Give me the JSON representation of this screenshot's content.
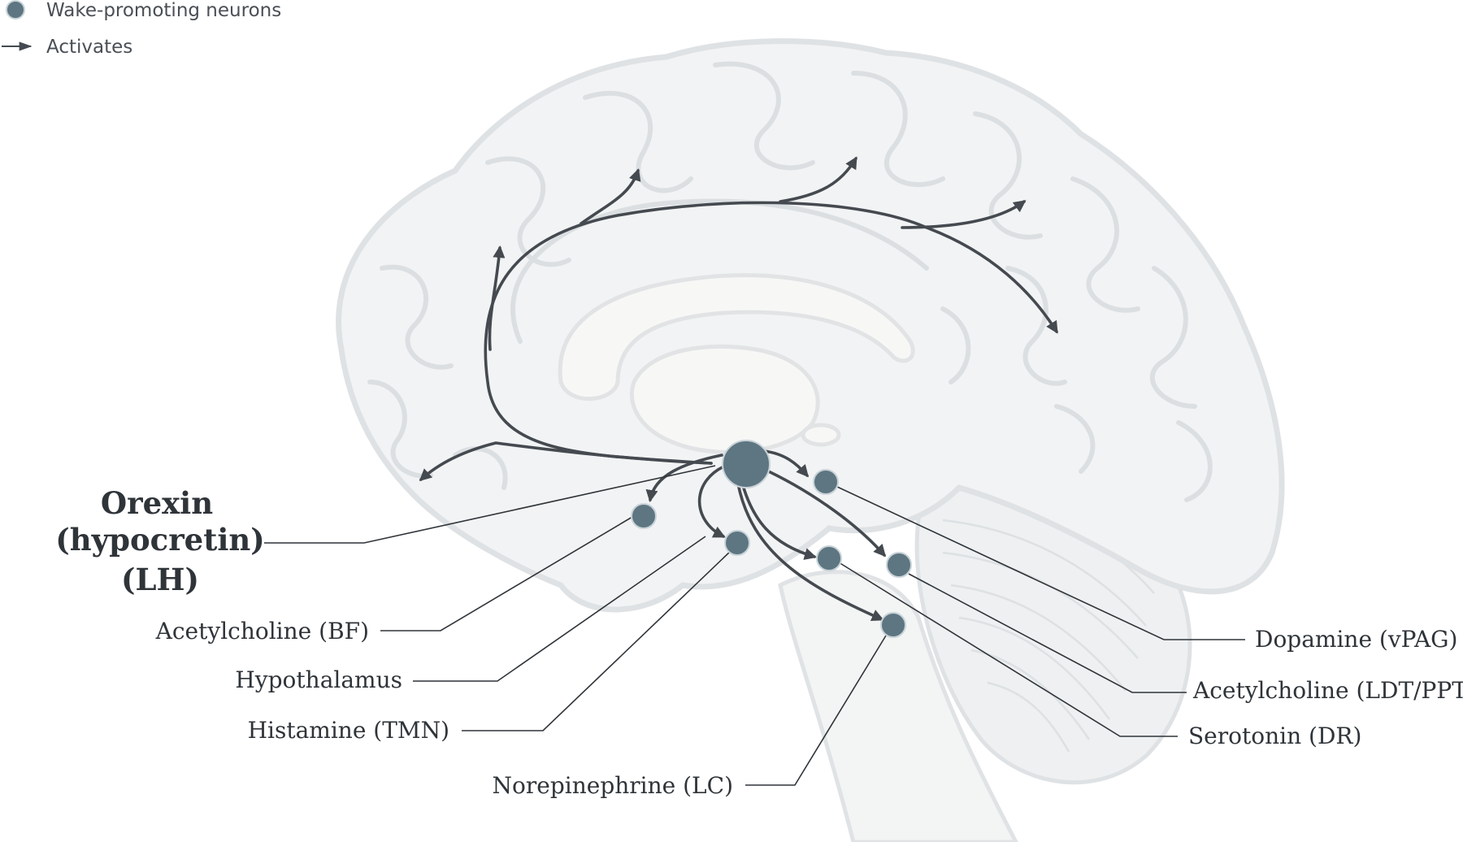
{
  "legend": {
    "neuron_label": "Wake-promoting neurons",
    "arrow_label": "Activates"
  },
  "title": {
    "line1": "Orexin",
    "line2": "(hypocretin)",
    "line3": "(LH)"
  },
  "labels": {
    "acetylcholine_bf": "Acetylcholine (BF)",
    "hypothalamus": "Hypothalamus",
    "histamine_tmn": "Histamine (TMN)",
    "norepinephrine_lc": "Norepinephrine (LC)",
    "dopamine_vpag": "Dopamine (vPAG)",
    "acetylcholine_ldt_ppt": "Acetylcholine (LDT/PPT)",
    "serotonin_dr": "Serotonin (DR)"
  },
  "colors": {
    "neuron": "#5d7681",
    "arrow": "#454a50",
    "brain": "#f2f3f4"
  }
}
